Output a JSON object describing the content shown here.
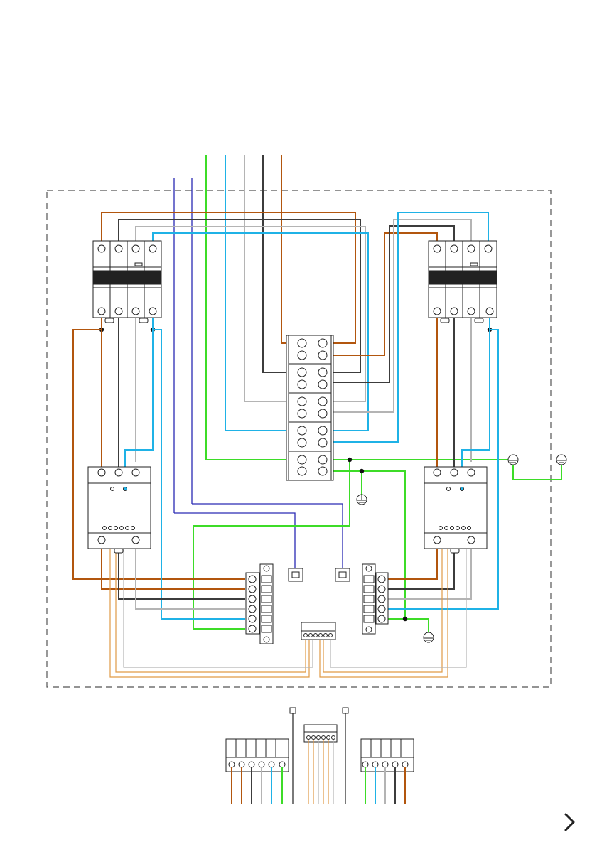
{
  "colors": {
    "brown": "#b2560e",
    "dark_grey": "#3c3c3c",
    "light_grey": "#b4b4b4",
    "cyan": "#1fb2e6",
    "green": "#3ddc28",
    "blue": "#2a2ab4",
    "orange_thin": "#e09a45",
    "enclosure_border": "#555555",
    "outline": "#222222"
  },
  "icons": {
    "next": "chevron-right-icon",
    "ground": "ground-icon",
    "rj45": "rj45-port-icon"
  },
  "components": [
    "circuit-breaker-left",
    "circuit-breaker-right",
    "terminal-block-center",
    "energy-meter-left",
    "energy-meter-right",
    "controller-terminal-left",
    "controller-terminal-right",
    "controller-signal-connector",
    "rj45-port-left",
    "rj45-port-right"
  ],
  "navigation": {
    "next_icon": "chevron-right-icon"
  }
}
